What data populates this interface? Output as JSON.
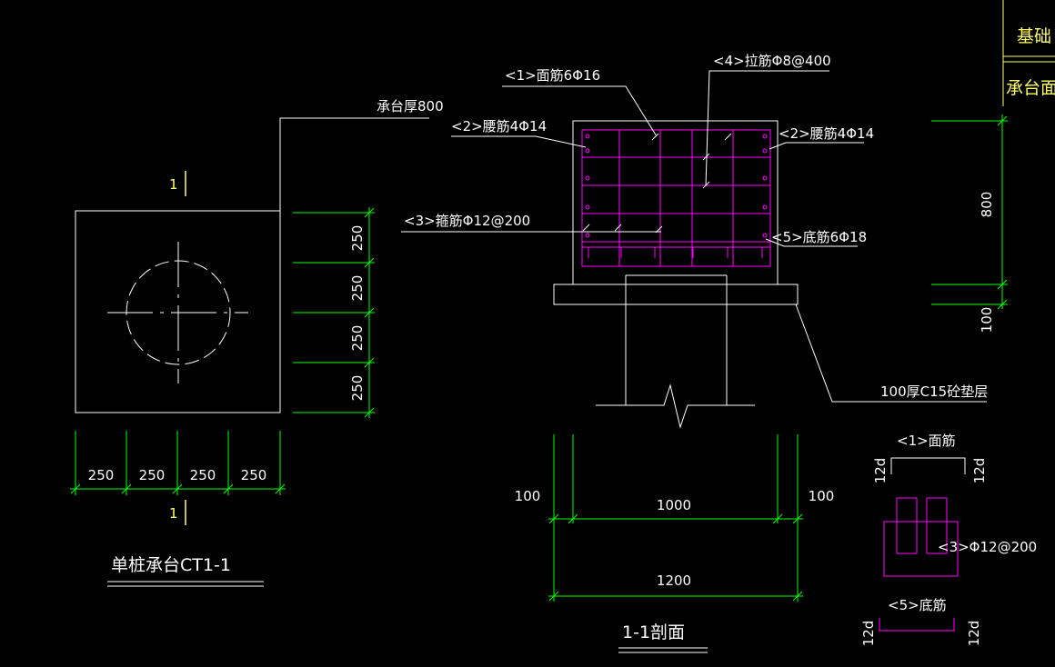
{
  "title_block": {
    "top_label": "基础",
    "bottom_label": "承台面"
  },
  "plan": {
    "title": "单桩承台CT1-1",
    "section_mark": "1",
    "cap_thickness_note": "承台厚800",
    "right_dims": [
      "250",
      "250",
      "250",
      "250"
    ],
    "bottom_dims": [
      "250",
      "250",
      "250",
      "250"
    ]
  },
  "section": {
    "title": "1-1剖面",
    "callouts": {
      "top_bars": "<1>面筋6Φ16",
      "tie_bars": "<4>拉筋Φ8@400",
      "waist_left": "<2>腰筋4Φ14",
      "waist_right": "<2>腰筋4Φ14",
      "stirrups": "<3>箍筋Φ12@200",
      "bottom_bars": "<5>底筋6Φ18",
      "pad": "100厚C15砼垫层"
    },
    "dims": {
      "inner": "1000",
      "overall": "1200",
      "left_offset": "100",
      "right_offset": "100"
    },
    "side_dims": {
      "height": "800",
      "pad": "100"
    }
  },
  "details": {
    "top_bar_label": "<1>面筋",
    "bottom_bar_label": "<5>底筋",
    "stirrup_label": "<3>Φ12@200",
    "hook_len": "12d"
  },
  "colors": {
    "background": "#000000",
    "linework": "#ffffff",
    "dimensions": "#00ff00",
    "rebar": "#ff00ff",
    "section_mark": "#ffff66"
  }
}
